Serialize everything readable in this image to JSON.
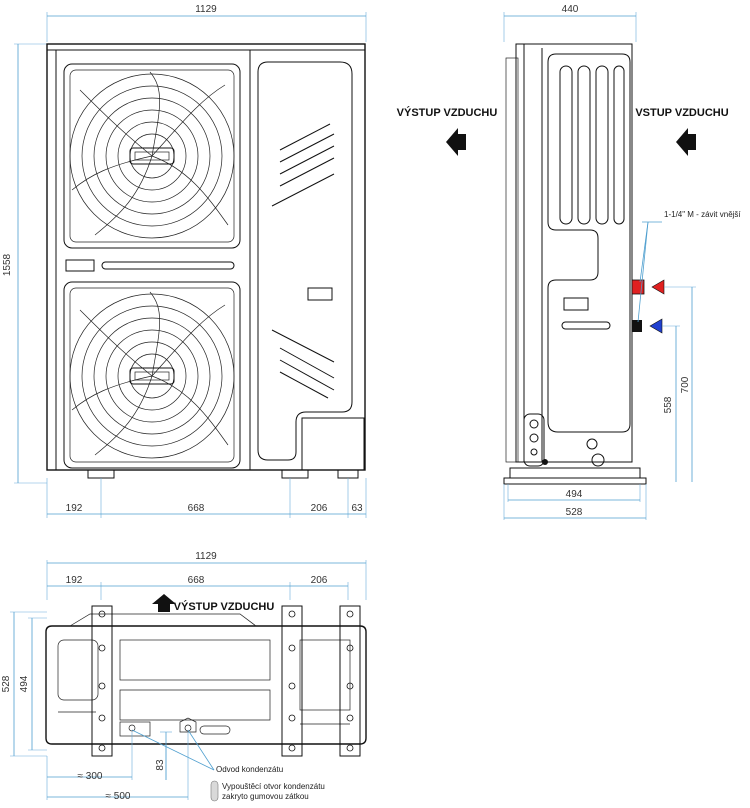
{
  "dimensions": {
    "front_width": "1129",
    "front_height": "1558",
    "side_depth": "440",
    "front_bottom_1": "192",
    "front_bottom_2": "668",
    "front_bottom_3": "206",
    "front_bottom_4": "63",
    "side_base_1": "494",
    "side_base_2": "528",
    "side_pipe_1": "558",
    "side_pipe_2": "700",
    "top_width": "1129",
    "top_1": "192",
    "top_2": "668",
    "top_3": "206",
    "top_left_outer": "528",
    "top_left_inner": "494",
    "top_bottom_1": "≈ 300",
    "top_bottom_2": "≈ 500",
    "top_bottom_3": "83"
  },
  "labels": {
    "air_out_front": "VÝSTUP VZDUCHU",
    "air_in_side": "VSTUP VZDUCHU",
    "air_out_top": "VÝSTUP VZDUCHU",
    "pipe_thread": "1-1/4\" M - závit vnější",
    "condensate_outlet": "Odvod kondenzátu",
    "drain_note_line1": "Vypouštěcí otvor kondenzátu",
    "drain_note_line2": "zakryto gumovou zátkou"
  },
  "colors": {
    "dimension": "#4f9fcf",
    "arrow_hot": "#e02020",
    "arrow_cold": "#2040d0",
    "outline": "#111111"
  }
}
